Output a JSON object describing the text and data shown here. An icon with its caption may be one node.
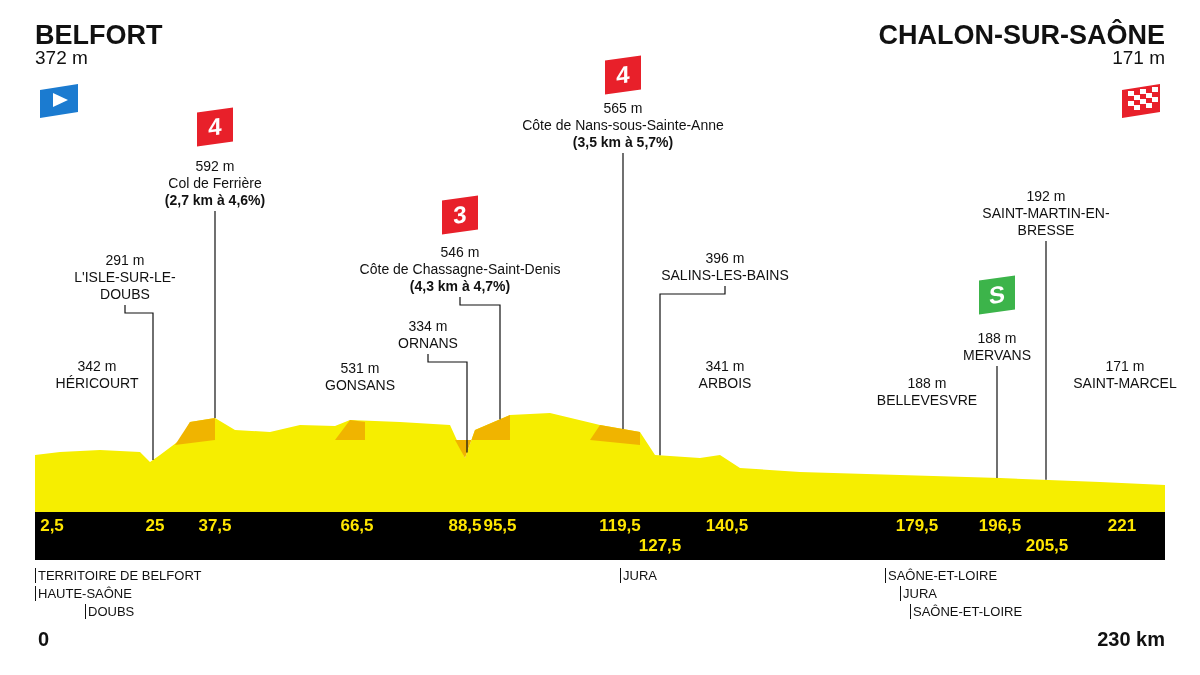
{
  "diagram": {
    "nodes": [
      {
        "text": [
          "342 m",
          "HÉRICOURT"
        ]
      },
      {
        "text": [
          "291 m",
          "L'ISLE-SUR-LE-DOUBS"
        ]
      },
      {
        "text": [
          "4"
        ]
      },
      {
        "text": [
          "592 m",
          "Col de Ferrière",
          "(2,7 km à 4,6%)"
        ]
      },
      {
        "text": [
          "531 m",
          "GONSANS"
        ]
      },
      {
        "text": [
          "334 m",
          "ORNANS"
        ]
      },
      {
        "text": [
          "3"
        ]
      },
      {
        "text": [
          "546 m",
          "Côte de Chassagne-Saint-Denis",
          "(4,3 km à 4,7%)"
        ]
      },
      {
        "text": [
          "4"
        ]
      },
      {
        "text": [
          "565 m",
          "Côte de Nans-sous-Sainte-Anne",
          "(3,5 km à 5,7%)"
        ]
      },
      {
        "text": [
          "396 m",
          "SALINS-LES-BAINS"
        ]
      },
      {
        "text": [
          "341 m",
          "ARBOIS"
        ]
      },
      {
        "text": [
          "188 m",
          "BELLEVESVRE"
        ]
      },
      {
        "text": [
          "S"
        ]
      },
      {
        "text": [
          "188 m",
          "MERVANS"
        ]
      },
      {
        "text": [
          "192 m",
          "SAINT-MARTIN-EN-BRESSE"
        ]
      },
      {
        "text": [
          "171 m",
          "SAINT-MARCEL"
        ]
      },
      {
        "text": [],
        "shape": "picture"
      }
    ],
    "edges": [
      {
        "from": 1,
        "to": 17,
        "arrow": "none"
      },
      {
        "from": 3,
        "to": 17,
        "arrow": "none"
      },
      {
        "from": 5,
        "to": 17,
        "arrow": "none"
      },
      {
        "from": 7,
        "to": 17,
        "arrow": "none"
      },
      {
        "from": 9,
        "to": 17,
        "arrow": "none"
      },
      {
        "from": 10,
        "to": 17,
        "arrow": "none"
      },
      {
        "from": 14,
        "to": 17,
        "arrow": "none"
      },
      {
        "from": 15,
        "to": 17,
        "arrow": "none"
      }
    ],
    "labels": [
      "BELFORT",
      "372 m",
      "CHALON-SUR-SAÔNE",
      "171 m",
      "2,5",
      "25",
      "37,5",
      "66,5",
      "88,5",
      "95,5",
      "119,5",
      "127,5",
      "140,5",
      "179,5",
      "196,5",
      "205,5",
      "221",
      "TERRITOIRE DE BELFORT",
      "HAUTE-SAÔNE",
      "DOUBS",
      "JURA",
      "SAÔNE-ET-LOIRE",
      "JURA",
      "SAÔNE-ET-LOIRE",
      "0",
      "230 km"
    ]
  }
}
